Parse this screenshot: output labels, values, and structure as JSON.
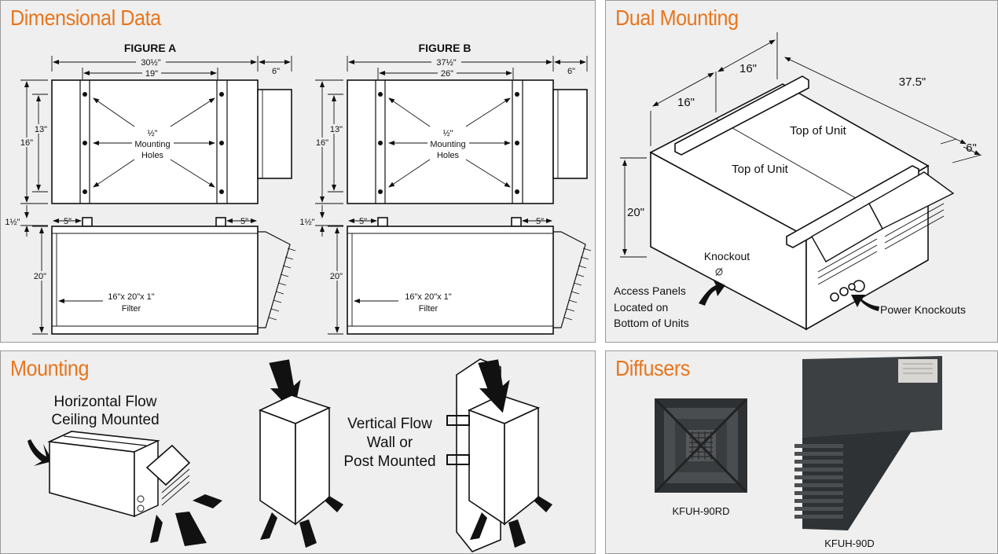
{
  "panels": {
    "dimensional": {
      "title": "Dimensional Data",
      "figure_a": {
        "label": "FIGURE A",
        "overall_width": "30½\"",
        "inner_width": "19\"",
        "outlet": "6\"",
        "height_inner": "13\"",
        "height_outer": "16\"",
        "holes": [
          "½\"",
          "Mounting",
          "Holes"
        ],
        "gap": "1½\"",
        "offset_left": "5\"",
        "offset_right": "5\"",
        "side_height": "20\"",
        "filter": [
          "16\"x 20\"x 1\"",
          "Filter"
        ]
      },
      "figure_b": {
        "label": "FIGURE B",
        "overall_width": "37½\"",
        "inner_width": "26\"",
        "outlet": "6\"",
        "height_inner": "13\"",
        "height_outer": "16\"",
        "holes": [
          "½\"",
          "Mounting",
          "Holes"
        ],
        "gap": "1½\"",
        "offset_left": "5\"",
        "offset_right": "5\"",
        "side_height": "20\"",
        "filter": [
          "16\"x 20\"x 1\"",
          "Filter"
        ]
      }
    },
    "dual": {
      "title": "Dual Mounting",
      "dim_16a": "16\"",
      "dim_16b": "16\"",
      "dim_375": "37.5\"",
      "dim_6": "6\"",
      "dim_20": "20\"",
      "top1": "Top of Unit",
      "top2": "Top of Unit",
      "knockout": "Knockout",
      "access": [
        "Access Panels",
        "Located on",
        "Bottom of Units"
      ],
      "power": "Power Knockouts"
    },
    "mounting": {
      "title": "Mounting",
      "horizontal": [
        "Horizontal Flow",
        "Ceiling Mounted"
      ],
      "vertical": [
        "Vertical Flow",
        "Wall or",
        "Post Mounted"
      ]
    },
    "diffusers": {
      "title": "Diffusers",
      "left_model": "KFUH-90RD",
      "right_model": "KFUH-90D"
    }
  },
  "colors": {
    "accent": "#e8761e",
    "panel_bg": "#efefef",
    "border": "#9a9a9a",
    "product": "#3d4042"
  }
}
